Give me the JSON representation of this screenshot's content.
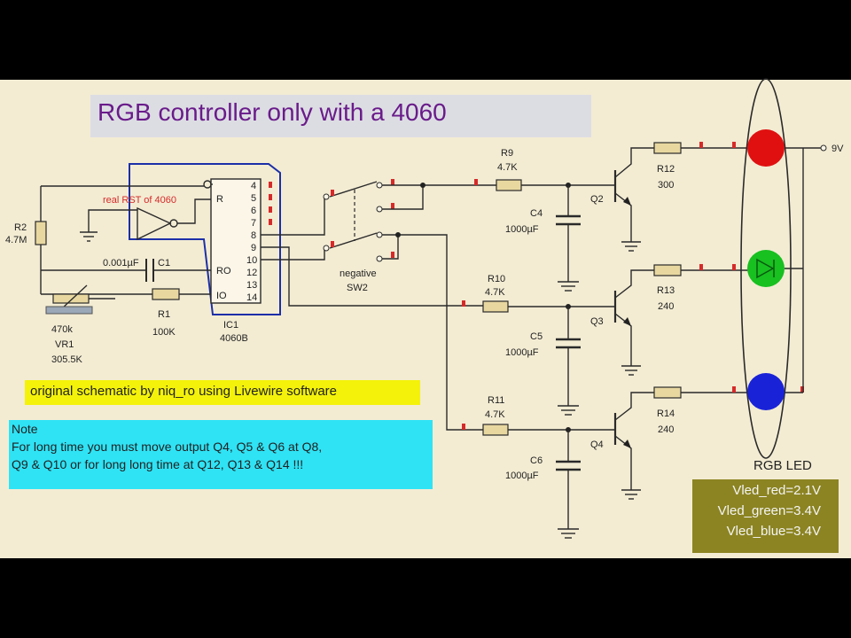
{
  "title": "RGB controller only with a 4060",
  "credit": "original schematic by niq_ro using Livewire software",
  "note": {
    "heading": "Note",
    "lines": [
      "For long time you must move output Q4, Q5 & Q6 at Q8,",
      "Q9 & Q10 or for long long time at Q12, Q13 & Q14 !!!"
    ]
  },
  "vled": [
    "Vled_red=2.1V",
    "Vled_green=3.4V",
    "Vled_blue=3.4V"
  ],
  "led_label": "RGB LED",
  "supply_label": "9V",
  "ic": {
    "ref": "IC1",
    "part": "4060B",
    "reset_note": "real RST of 4060",
    "pins_right": [
      "4",
      "5",
      "6",
      "7",
      "8",
      "9",
      "10",
      "12",
      "13",
      "14"
    ],
    "pins_left": [
      "R",
      "RO",
      "IO"
    ]
  },
  "components": {
    "r2": {
      "ref": "R2",
      "value": "4.7M"
    },
    "c1": {
      "ref": "C1",
      "value": "0.001µF"
    },
    "r1": {
      "ref": "R1",
      "value": "100K"
    },
    "vr1": {
      "ref": "VR1",
      "value": "470k",
      "setting": "305.5K"
    },
    "sw2": {
      "ref": "SW2",
      "label": "negative"
    },
    "r9": {
      "ref": "R9",
      "value": "4.7K"
    },
    "r10": {
      "ref": "R10",
      "value": "4.7K"
    },
    "r11": {
      "ref": "R11",
      "value": "4.7K"
    },
    "r12": {
      "ref": "R12",
      "value": "300"
    },
    "r13": {
      "ref": "R13",
      "value": "240"
    },
    "r14": {
      "ref": "R14",
      "value": "240"
    },
    "c4": {
      "ref": "C4",
      "value": "1000µF"
    },
    "c5": {
      "ref": "C5",
      "value": "1000µF"
    },
    "c6": {
      "ref": "C6",
      "value": "1000µF"
    },
    "q2": {
      "ref": "Q2"
    },
    "q3": {
      "ref": "Q3"
    },
    "q4": {
      "ref": "Q4"
    }
  },
  "colors": {
    "background": "#f3ecd3",
    "title": "#6a1b8a",
    "led_red": "#e01010",
    "led_green": "#18c020",
    "led_blue": "#1a22d8",
    "ic_outline": "#1c2fa8",
    "pin_marker": "#d62a2a"
  }
}
